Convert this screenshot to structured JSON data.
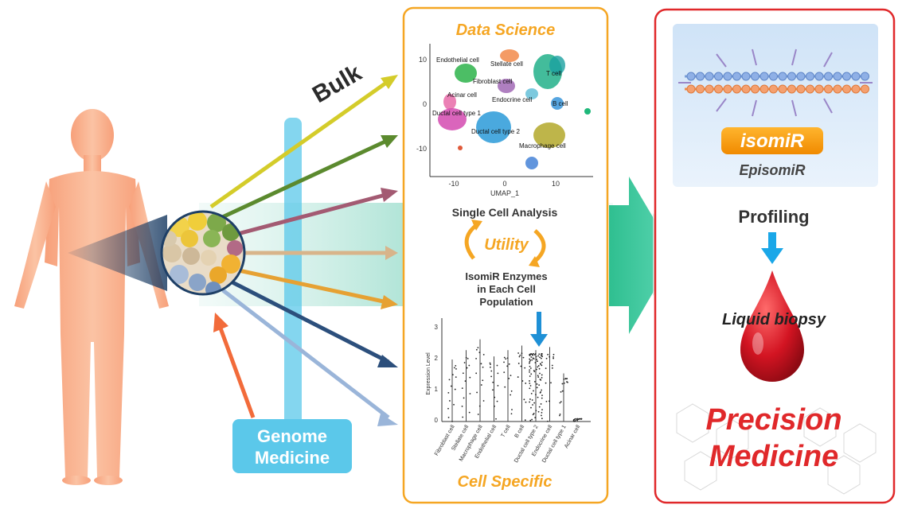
{
  "left": {
    "bulk_label": "Bulk",
    "genome_medicine": [
      "Genome",
      "Medicine"
    ]
  },
  "middle": {
    "data_science_title": "Data Science",
    "cell_specific_title": "Cell Specific",
    "single_cell_analysis": "Single Cell Analysis",
    "utility": "Utility",
    "enzymes_text": [
      "IsomiR Enzymes",
      "in Each Cell",
      "Population"
    ],
    "umap": {
      "xlabel": "UMAP_1",
      "x_ticks": [
        "-10",
        "0",
        "10"
      ],
      "y_ticks": [
        "10",
        "0",
        "-10"
      ],
      "cluster_labels": [
        "Endothelial cell",
        "Stellate cell",
        "T cell",
        "Fibroblast cell",
        "Acinar cell",
        "Endocrine cell",
        "B cell",
        "Ductal cell type 1",
        "Ductal cell type 2",
        "Macrophage cell"
      ]
    },
    "violin": {
      "ylabel": "Expression Level",
      "y_ticks": [
        "3",
        "2",
        "1",
        "0"
      ],
      "categories": [
        "Fibroblast cell",
        "Stellate cell",
        "Macrophage cell",
        "Endothelial cell",
        "T cell",
        "B cell",
        "Ductal cell type 2",
        "Endocrine cell",
        "Ductal cell type 1",
        "Acinar cell"
      ]
    }
  },
  "right": {
    "isomir": "isomiR",
    "episomir": "EpisomiR",
    "profiling": "Profiling",
    "liquid_biopsy": "Liquid biopsy",
    "precision_medicine": [
      "Precision",
      "Medicine"
    ]
  },
  "colors": {
    "orange_accent": "#f5a623",
    "red_frame": "#e0282a",
    "teal_arrow": "#3fbf9a",
    "blue_bar": "#5bc8ea",
    "skin": "#f9b08a"
  }
}
